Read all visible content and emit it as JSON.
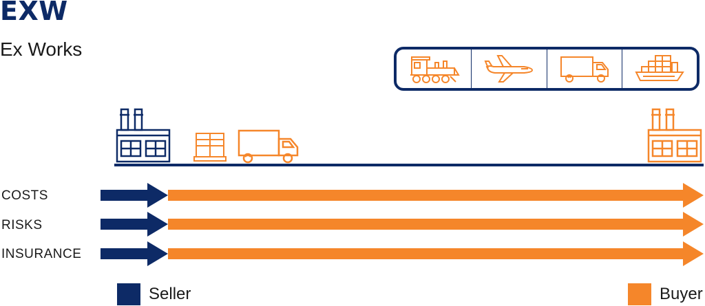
{
  "header": {
    "title": "EXW",
    "subtitle": "Ex Works"
  },
  "transport_modes": [
    {
      "icon": "train-icon"
    },
    {
      "icon": "airplane-icon"
    },
    {
      "icon": "truck-icon"
    },
    {
      "icon": "container-ship-icon"
    }
  ],
  "rows": [
    {
      "label": "COSTS"
    },
    {
      "label": "RISKS"
    },
    {
      "label": "INSURANCE"
    }
  ],
  "legend": {
    "seller": {
      "label": "Seller",
      "color": "#0d2a66"
    },
    "buyer": {
      "label": "Buyer",
      "color": "#f5862a"
    }
  },
  "colors": {
    "navy": "#0d2a66",
    "orange": "#f5862a"
  }
}
